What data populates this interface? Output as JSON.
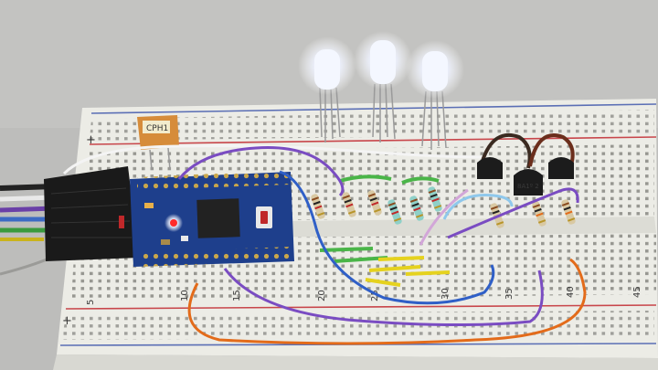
{
  "scene": {
    "subject": "breadboard prototype",
    "column_numbers": [
      "5",
      "10",
      "15",
      "20",
      "25",
      "30",
      "35",
      "40",
      "45"
    ],
    "rail_signs": [
      "+",
      "+"
    ],
    "capacitor_marking": "CPH1",
    "transistor_marking": "8A1º 2"
  },
  "colors": {
    "board": "#eeeee8",
    "red_rail": "#c8464b",
    "blue_rail": "#5b6fb5",
    "pcb": "#1e3f8c",
    "led_glow": "#f4f7ff",
    "wire_orange": "#e36b1a",
    "wire_purple": "#7a4cc2",
    "wire_blue": "#2f5fc7",
    "wire_green": "#4ab548",
    "wire_yellow": "#e5d21e",
    "wire_brown": "#6b2e1c"
  }
}
